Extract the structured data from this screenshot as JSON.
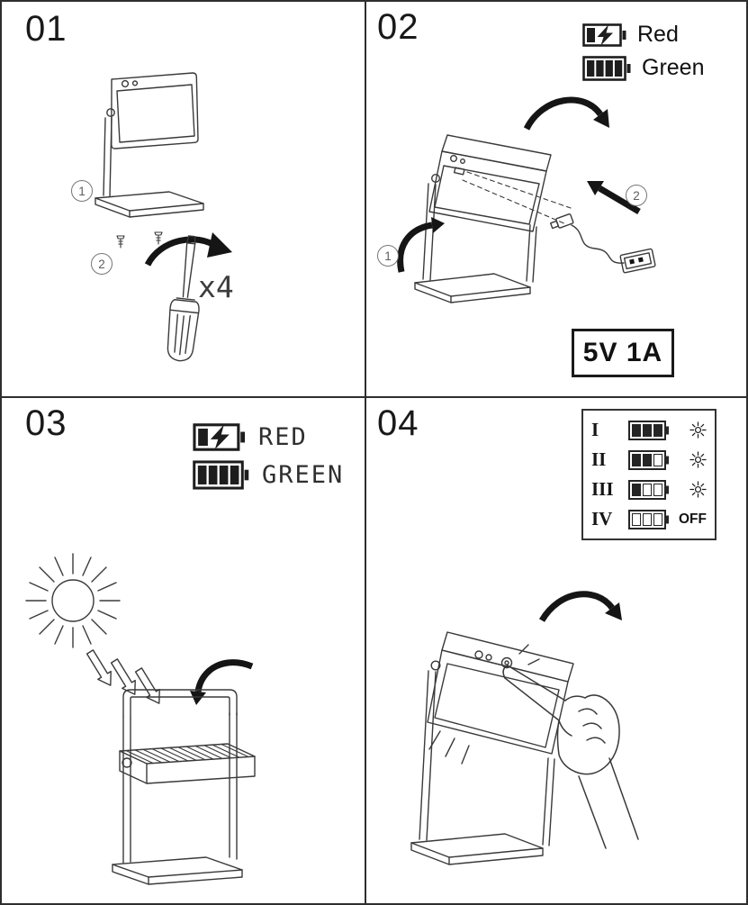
{
  "panel1": {
    "number": "01",
    "steps": {
      "s1": "1",
      "s2": "2"
    },
    "screw_multiplier": "x4"
  },
  "panel2": {
    "number": "02",
    "legend": {
      "charging_icon": "battery-charging-icon",
      "charging_label": "Red",
      "full_icon": "battery-full-icon",
      "full_label": "Green"
    },
    "steps": {
      "s1": "1",
      "s2": "2"
    },
    "power_rating": "5V 1A"
  },
  "panel3": {
    "number": "03",
    "legend": {
      "charging_icon": "battery-charging-icon",
      "charging_label": "RED",
      "full_icon": "battery-full-icon",
      "full_label": "GREEN"
    }
  },
  "panel4": {
    "number": "04",
    "modes": [
      {
        "level": "I",
        "bars": 3,
        "output": "sun"
      },
      {
        "level": "II",
        "bars": 2,
        "output": "sun"
      },
      {
        "level": "III",
        "bars": 1,
        "output": "sun"
      },
      {
        "level": "IV",
        "bars": 0,
        "output": "OFF"
      }
    ]
  },
  "colors": {
    "line": "#3a3a3a",
    "ink": "#151515"
  }
}
